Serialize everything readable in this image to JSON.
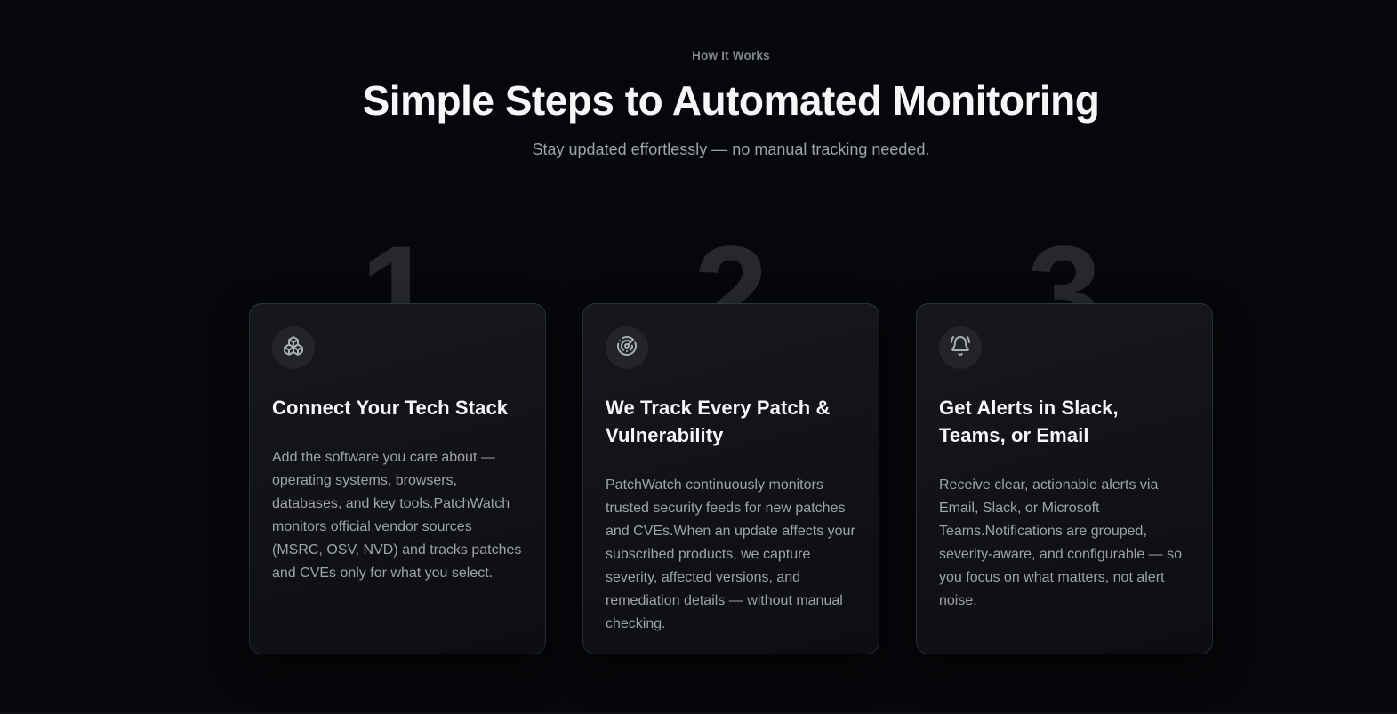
{
  "section": {
    "eyebrow": "How It Works",
    "title": "Simple Steps to Automated Monitoring",
    "subtitle": "Stay updated effortlessly — no manual tracking needed."
  },
  "steps": [
    {
      "number": "1",
      "icon": "boxes-icon",
      "title": "Connect Your Tech Stack",
      "description": "Add the software you care about — operating systems, browsers, databases, and key tools.PatchWatch monitors official vendor sources (MSRC, OSV, NVD) and tracks patches and CVEs only for what you select."
    },
    {
      "number": "2",
      "icon": "radar-icon",
      "title": "We Track Every Patch &\nVulnerability",
      "description": "PatchWatch continuously monitors trusted security feeds for new patches and CVEs.When an update affects your subscribed products, we capture severity, affected versions, and remediation details — without manual checking."
    },
    {
      "number": "3",
      "icon": "bell-ring-icon",
      "title": "Get Alerts in Slack,\nTeams, or Email",
      "description": "Receive clear, actionable alerts via Email, Slack, or Microsoft Teams.Notifications are grouped, severity-aware, and configurable — so you focus on what matters, not alert noise."
    }
  ],
  "colors": {
    "page_bg": "#06070a",
    "card_bg": "#131418",
    "card_border": "#262c37",
    "heading": "#f5f6f8",
    "muted": "#9da3ab",
    "step_number": "#26282d",
    "icon": "#a9adb4",
    "icon_circle_bg": "#232428"
  }
}
